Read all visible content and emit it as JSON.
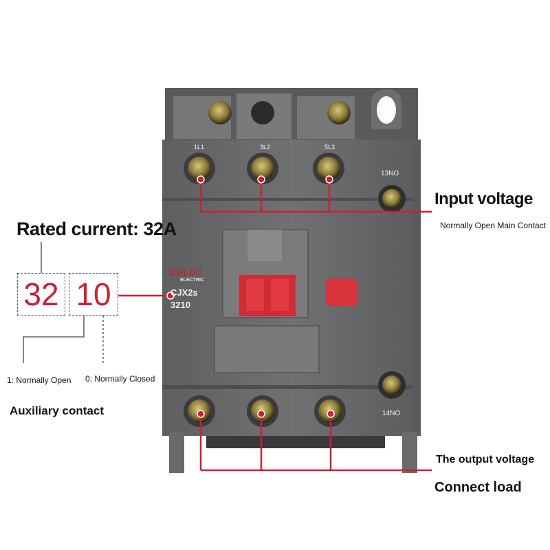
{
  "labels": {
    "rated_current": "Rated current: 32A",
    "input_voltage": "Input voltage",
    "normally_open_main": "Normally Open Main Contact",
    "aux_no": "1: Normally Open",
    "aux_nc": "0: Normally Closed",
    "auxiliary_contact": "Auxiliary contact",
    "output_voltage": "The output voltage",
    "connect_load": "Connect load"
  },
  "code_boxes": {
    "rated": "32",
    "aux": "10"
  },
  "device": {
    "brand": "DELIXI",
    "brand_sub": "ELECTRIC",
    "model": "CJX2s",
    "code": "3210",
    "terminals": {
      "l1": "1L1",
      "l2": "3L2",
      "l3": "5L3",
      "aux_top": "13NO",
      "aux_bottom": "14NO"
    }
  },
  "colors": {
    "accent": "#cc1f35",
    "body": "#6b6b6d",
    "button": "#d8323d"
  }
}
